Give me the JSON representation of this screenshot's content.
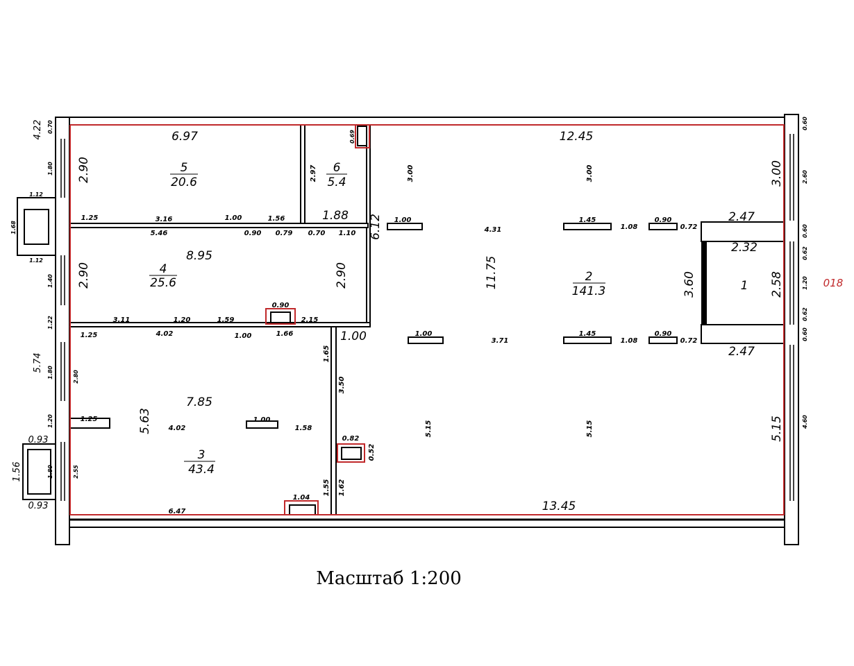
{
  "scale_label": "Масштаб  1:200",
  "plan_code": "018",
  "rooms": [
    {
      "num": "1",
      "area": ""
    },
    {
      "num": "2",
      "area": "141.3"
    },
    {
      "num": "3",
      "area": "43.4"
    },
    {
      "num": "4",
      "area": "25.6"
    },
    {
      "num": "5",
      "area": "20.6"
    },
    {
      "num": "6",
      "area": "5.4"
    }
  ],
  "dims": {
    "r5w": "6.97",
    "r5h": "2.90",
    "r6h": "2.97",
    "r6w": "1.88",
    "r6door": "0.69",
    "r2top": "12.45",
    "r2bot": "13.45",
    "r2h": "11.75",
    "r4w": "8.95",
    "r4h": "2.90",
    "r4hr": "2.90",
    "r3w": "7.85",
    "r3h": "5.63",
    "r3bot": "6.47",
    "r1w1": "2.47",
    "r1w2": "2.32",
    "r1w3": "2.47",
    "r1h": "3.60",
    "r1hr": "2.58",
    "c125a": "1.25",
    "c316": "3.16",
    "c100a": "1.00",
    "c156": "1.56",
    "c546": "5.46",
    "c090a": "0.90",
    "c079": "0.79",
    "c070": "0.70",
    "c110": "1.10",
    "c311": "3.11",
    "c120": "1.20",
    "c159": "1.59",
    "c125b": "1.25",
    "c402a": "4.02",
    "c100b": "1.00",
    "c166": "1.66",
    "c215": "2.15",
    "c090b": "0.90",
    "c100c": "1.00",
    "c165": "1.65",
    "c350": "3.50",
    "c155": "1.55",
    "c162": "1.62",
    "c082": "0.82",
    "c052": "0.52",
    "c104": "1.04",
    "c125c": "1.25",
    "c402b": "4.02",
    "c100d": "1.00",
    "c158": "1.58",
    "k100a": "1.00",
    "k431": "4.31",
    "k145a": "1.45",
    "k108a": "1.08",
    "k090a": "0.90",
    "k072a": "0.72",
    "k100b": "1.00",
    "k371": "3.71",
    "k145b": "1.45",
    "k108b": "1.08",
    "k090b": "0.90",
    "k072b": "0.72",
    "k300a": "3.00",
    "k300b": "3.00",
    "k300c": "3.00",
    "k515a": "5.15",
    "k515b": "5.15",
    "k515c": "5.15",
    "k612": "6.12",
    "L422": "4.22",
    "L070": "0.70",
    "L180a": "1.80",
    "L112a": "1.12",
    "L168": "1.68",
    "L112b": "1.12",
    "L140": "1.40",
    "L122": "1.22",
    "L574": "5.74",
    "L180b": "1.80",
    "L280": "2.80",
    "L120": "1.20",
    "L093a": "0.93",
    "L156": "1.56",
    "L180c": "1.80",
    "L255": "2.55",
    "L093b": "0.93",
    "R060a": "0.60",
    "R260": "2.60",
    "R060b": "0.60",
    "R062a": "0.62",
    "R120": "1.20",
    "R062b": "0.62",
    "R060c": "0.60",
    "R460": "4.60"
  }
}
